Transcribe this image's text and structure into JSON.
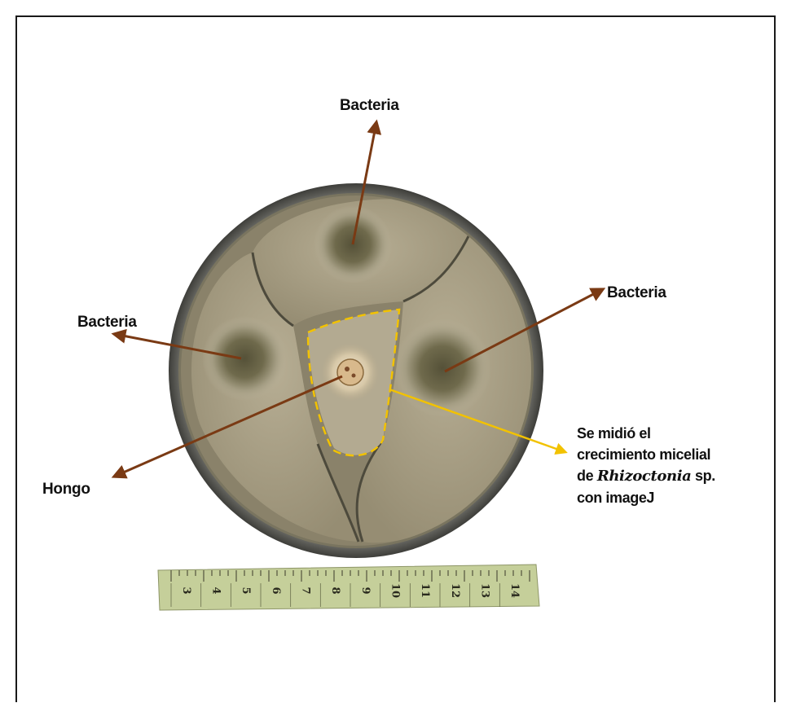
{
  "labels": {
    "bacteria_top": "Bacteria",
    "bacteria_right": "Bacteria",
    "bacteria_left": "Bacteria",
    "hongo": "Hongo"
  },
  "note": {
    "line1": "Se midió el",
    "line2": "crecimiento micelial",
    "line3_prefix": "de ",
    "line3_italic": "Rhizoctonia",
    "line3_suffix": " sp.",
    "line4": "con imageJ"
  },
  "ruler": {
    "numbers": [
      "3",
      "4",
      "5",
      "6",
      "7",
      "8",
      "9",
      "10",
      "11",
      "12",
      "13",
      "14"
    ]
  },
  "colors": {
    "bacteria_arrow": "#7a3a14",
    "measure_arrow": "#f2c200",
    "dish_rim": "#6d6d68",
    "agar": "#a49a80",
    "ruler": "#c5cf9a"
  }
}
